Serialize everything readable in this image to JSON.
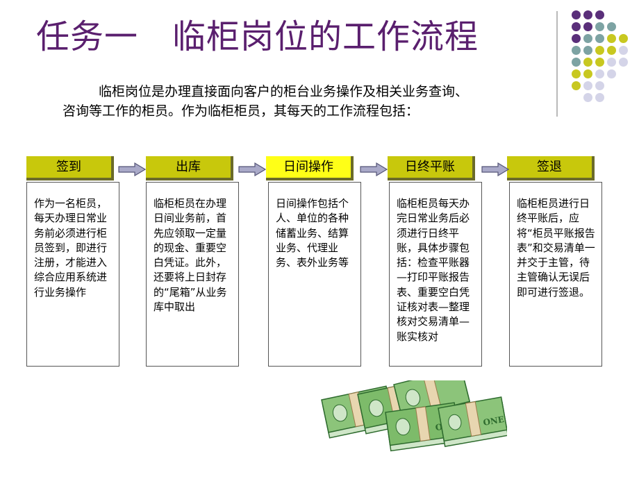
{
  "title": "任务一　临柜岗位的工作流程",
  "intro": {
    "line1": "临柜岗位是办理直接面向客户的柜台业务操作及相关业务查询、",
    "line2": "咨询等工作的柜员。作为临柜柜员，其每天的工作流程包括："
  },
  "steps": [
    {
      "label": "签到",
      "text": "作为一名柜员，每天办理日常业务前必须进行柜员签到，即进行注册，才能进入综合应用系统进行业务操作"
    },
    {
      "label": "出库",
      "text": "临柜柜员在办理日间业务前，首先应领取一定量的现金、重要空白凭证。此外，还要将上日封存的“尾箱”从业务库中取出"
    },
    {
      "label": "日间操作",
      "text": "日间操作包括个人、单位的各种储蓄业务、结算业务、代理业务、表外业务等"
    },
    {
      "label": "日终平账",
      "text": "临柜柜员每天办完日常业务后必须进行日终平账，具体步骤包括：检查平账器—打印平账报告表、重要空白凭证核对表—整理核对交易清单—账实核对"
    },
    {
      "label": "签退",
      "text": "临柜柜员进行日终平账后，应将“柜员平账报告表”和交易清单一并交于主管，待主管确认无误后即可进行签退。"
    }
  ],
  "colors": {
    "title": "#5a1f6e",
    "step_head": "#c8c80c",
    "step_head_active": "#ffff17",
    "dot_purple": "#5a2f7a",
    "dot_teal": "#7da3a3",
    "dot_olive": "#c8c820",
    "dot_lilac": "#d4d4e8"
  },
  "decor": {
    "money_image": "banknote-stack-image",
    "money_text": "ONE"
  }
}
